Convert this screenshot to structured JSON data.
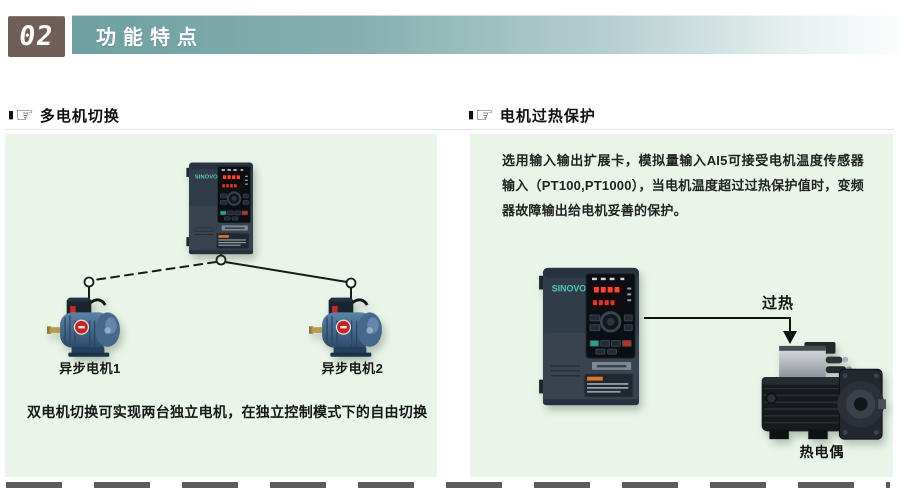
{
  "header": {
    "index": "02",
    "title": "功能特点"
  },
  "icons": {
    "pointer_hand": "☞",
    "bullet": "▮"
  },
  "left_section": {
    "title": "多电机切换",
    "motor1_label": "异步电机1",
    "motor2_label": "异步电机2",
    "caption": "双电机切换可实现两台独立电机，在独立控制模式下的自由切换"
  },
  "right_section": {
    "title": "电机过热保护",
    "paragraph": "选用输入输出扩展卡，模拟量输入AI5可接受电机温度传感器输入（PT100,PT1000），当电机温度超过过热保护值时，变频器故障输出给电机妥善的保护。",
    "overheat_label": "过热",
    "thermocouple_label": "热电偶"
  },
  "device": {
    "brand": "SINOVO"
  },
  "colors": {
    "banner_teal": "#6f9fa0",
    "index_box_brown": "#6f5f58",
    "panel_green": "#e9f5e9",
    "led_red": "#ff4633",
    "logo_teal": "#4fc8bf"
  }
}
